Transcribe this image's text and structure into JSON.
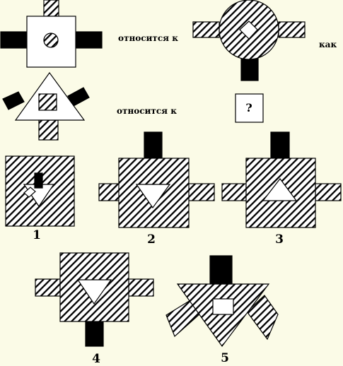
{
  "analogy": {
    "relation_text_1": "относится к",
    "relation_text_2": "относится к",
    "as_text": "как",
    "unknown_mark": "?"
  },
  "answer_options": [
    {
      "number": "1"
    },
    {
      "number": "2"
    },
    {
      "number": "3"
    },
    {
      "number": "4"
    },
    {
      "number": "5"
    }
  ]
}
